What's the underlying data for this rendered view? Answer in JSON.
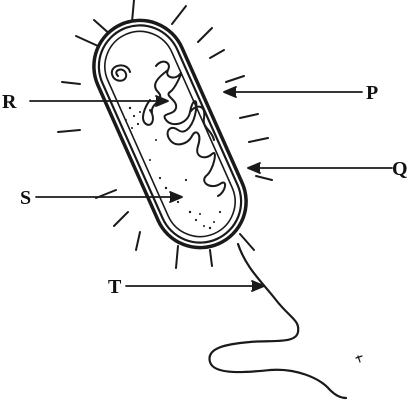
{
  "diagram": {
    "labels": {
      "P": "P",
      "Q": "Q",
      "R": "R",
      "S": "S",
      "T": "T"
    },
    "colors": {
      "ink": "#1a1a1a",
      "background": "#ffffff"
    }
  }
}
